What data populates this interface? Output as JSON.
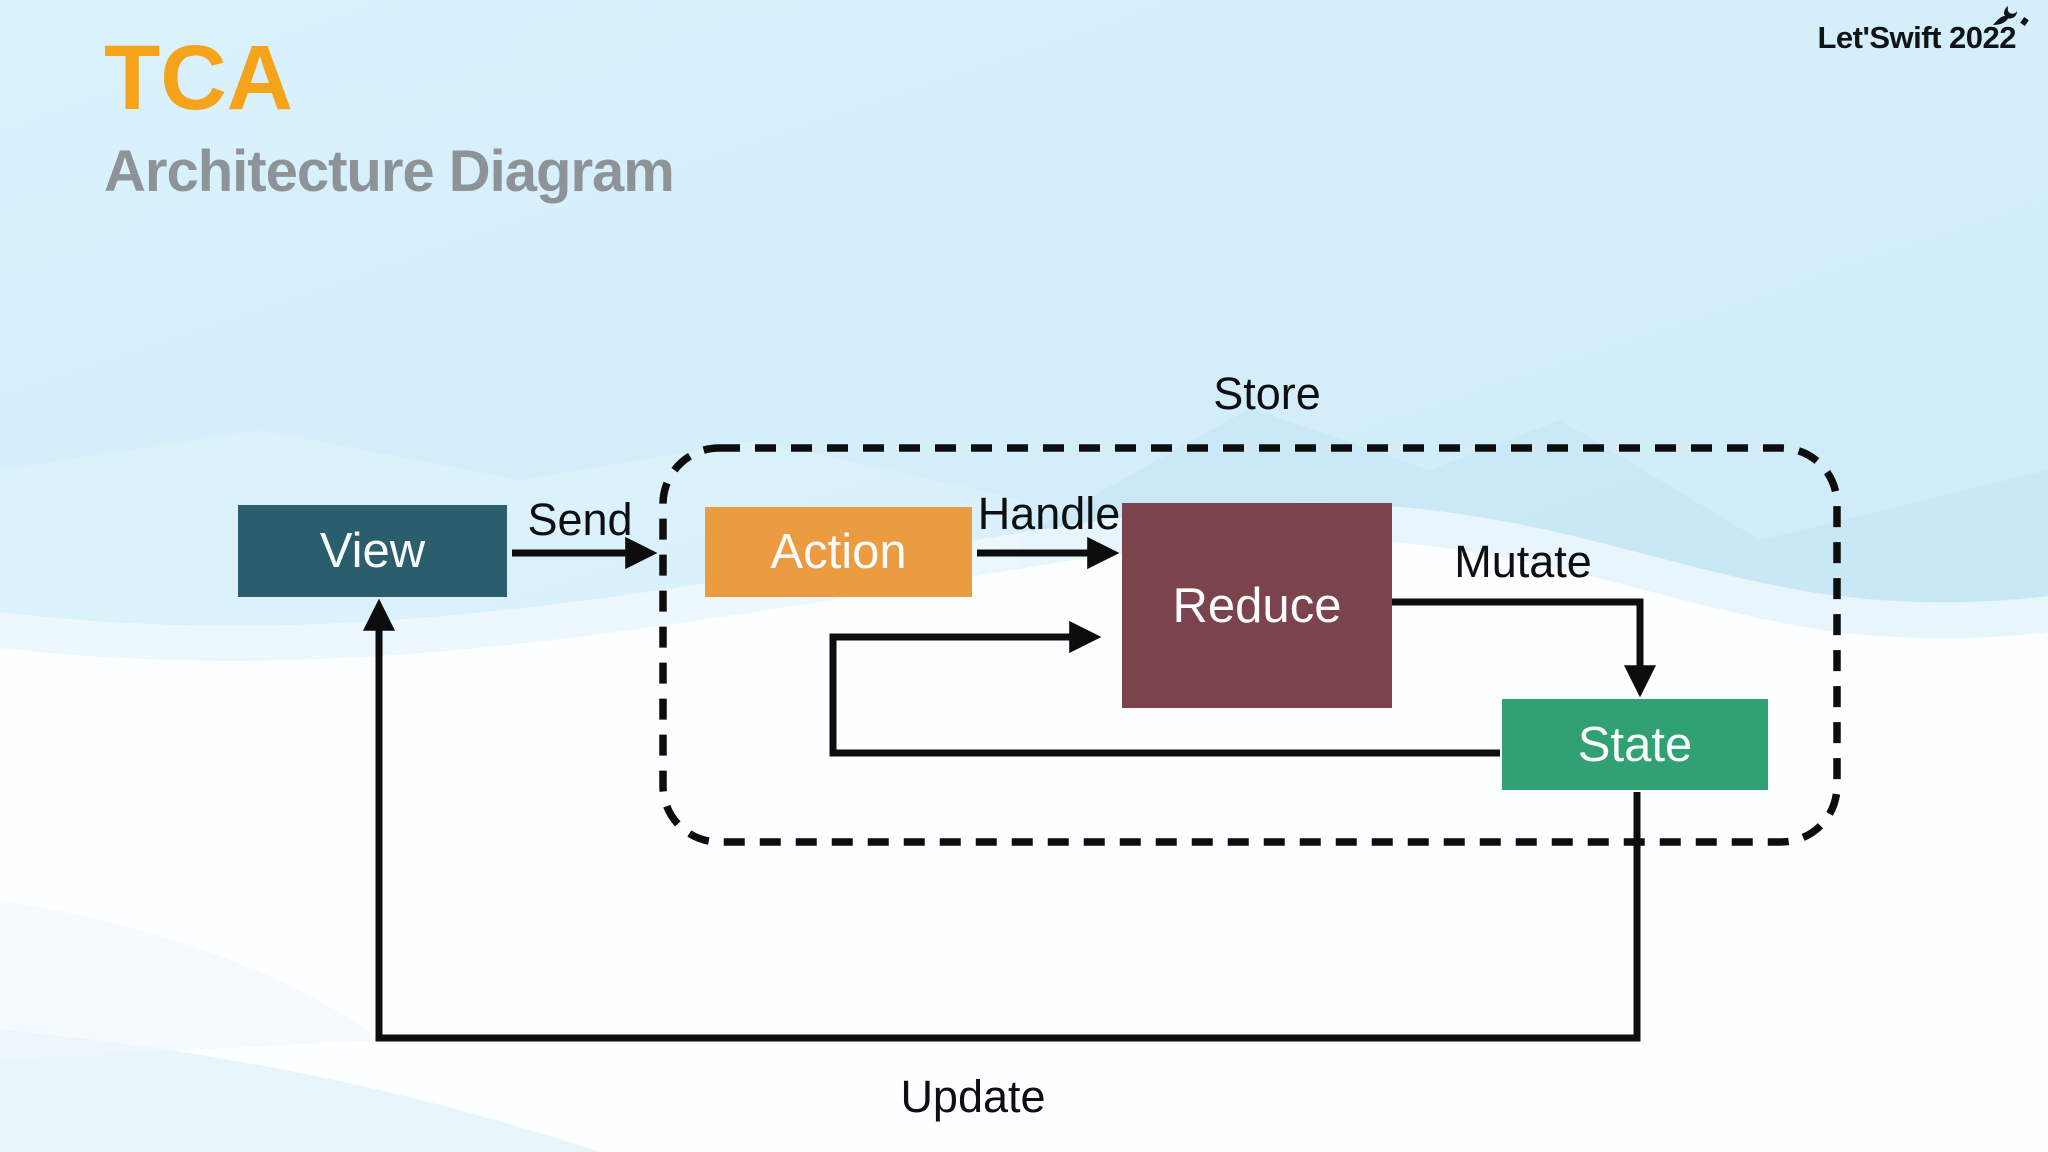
{
  "header": {
    "title": "TCA",
    "subtitle": "Architecture Diagram"
  },
  "brand": {
    "logo_text": "Let'Swift 2022"
  },
  "diagram": {
    "store_label": "Store",
    "nodes": {
      "view": {
        "label": "View",
        "color": "#2b5e6c"
      },
      "action": {
        "label": "Action",
        "color": "#ec9c40"
      },
      "reduce": {
        "label": "Reduce",
        "color": "#7b434b"
      },
      "state": {
        "label": "State",
        "color": "#31a073"
      }
    },
    "edge_labels": {
      "send": "Send",
      "handle": "Handle",
      "mutate": "Mutate",
      "update": "Update"
    },
    "flow": [
      "View -> Action : Send",
      "Action -> Reduce : Handle",
      "Reduce -> State : Mutate",
      "State -> Reduce",
      "State -> View : Update"
    ]
  },
  "colors": {
    "title_orange": "#f5a31b",
    "subtitle_gray": "#8d9396",
    "sky_blue": "#d4eefa",
    "snow_white": "#fdfeff",
    "line_black": "#0d0d0d",
    "view_teal": "#2b5e6c",
    "action_orange": "#ec9c40",
    "reduce_maroon": "#7b434b",
    "state_green": "#31a073"
  }
}
